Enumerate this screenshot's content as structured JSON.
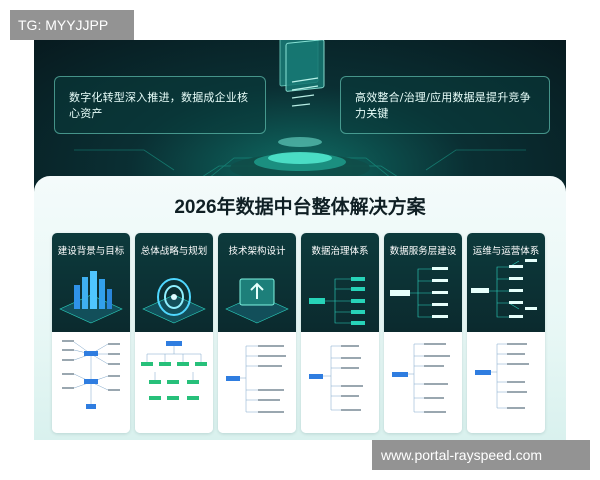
{
  "watermark": {
    "top_left": "TG: MYYJJPP",
    "bottom_right": "www.portal-rayspeed.com"
  },
  "hero": {
    "left_caption": "数字化转型深入推进，数据成企业核心资产",
    "right_caption": "高效整合/治理/应用数据是提升竞争力关键"
  },
  "title": "2026年数据中台整体解决方案",
  "cards": [
    {
      "label": "建设背景与目标",
      "art": "bar-chart-icon"
    },
    {
      "label": "总体战略与规划",
      "art": "target-ring-icon"
    },
    {
      "label": "技术架构设计",
      "art": "upload-screen-icon"
    },
    {
      "label": "数据治理体系",
      "art": "tree-diagram-icon"
    },
    {
      "label": "数据服务层建设",
      "art": "tree-diagram-icon"
    },
    {
      "label": "运维与运营体系",
      "art": "tree-diagram-icon"
    }
  ],
  "colors": {
    "accent": "#2f7de0",
    "teal": "#27d3b8",
    "dark": "#0b2a2e"
  }
}
